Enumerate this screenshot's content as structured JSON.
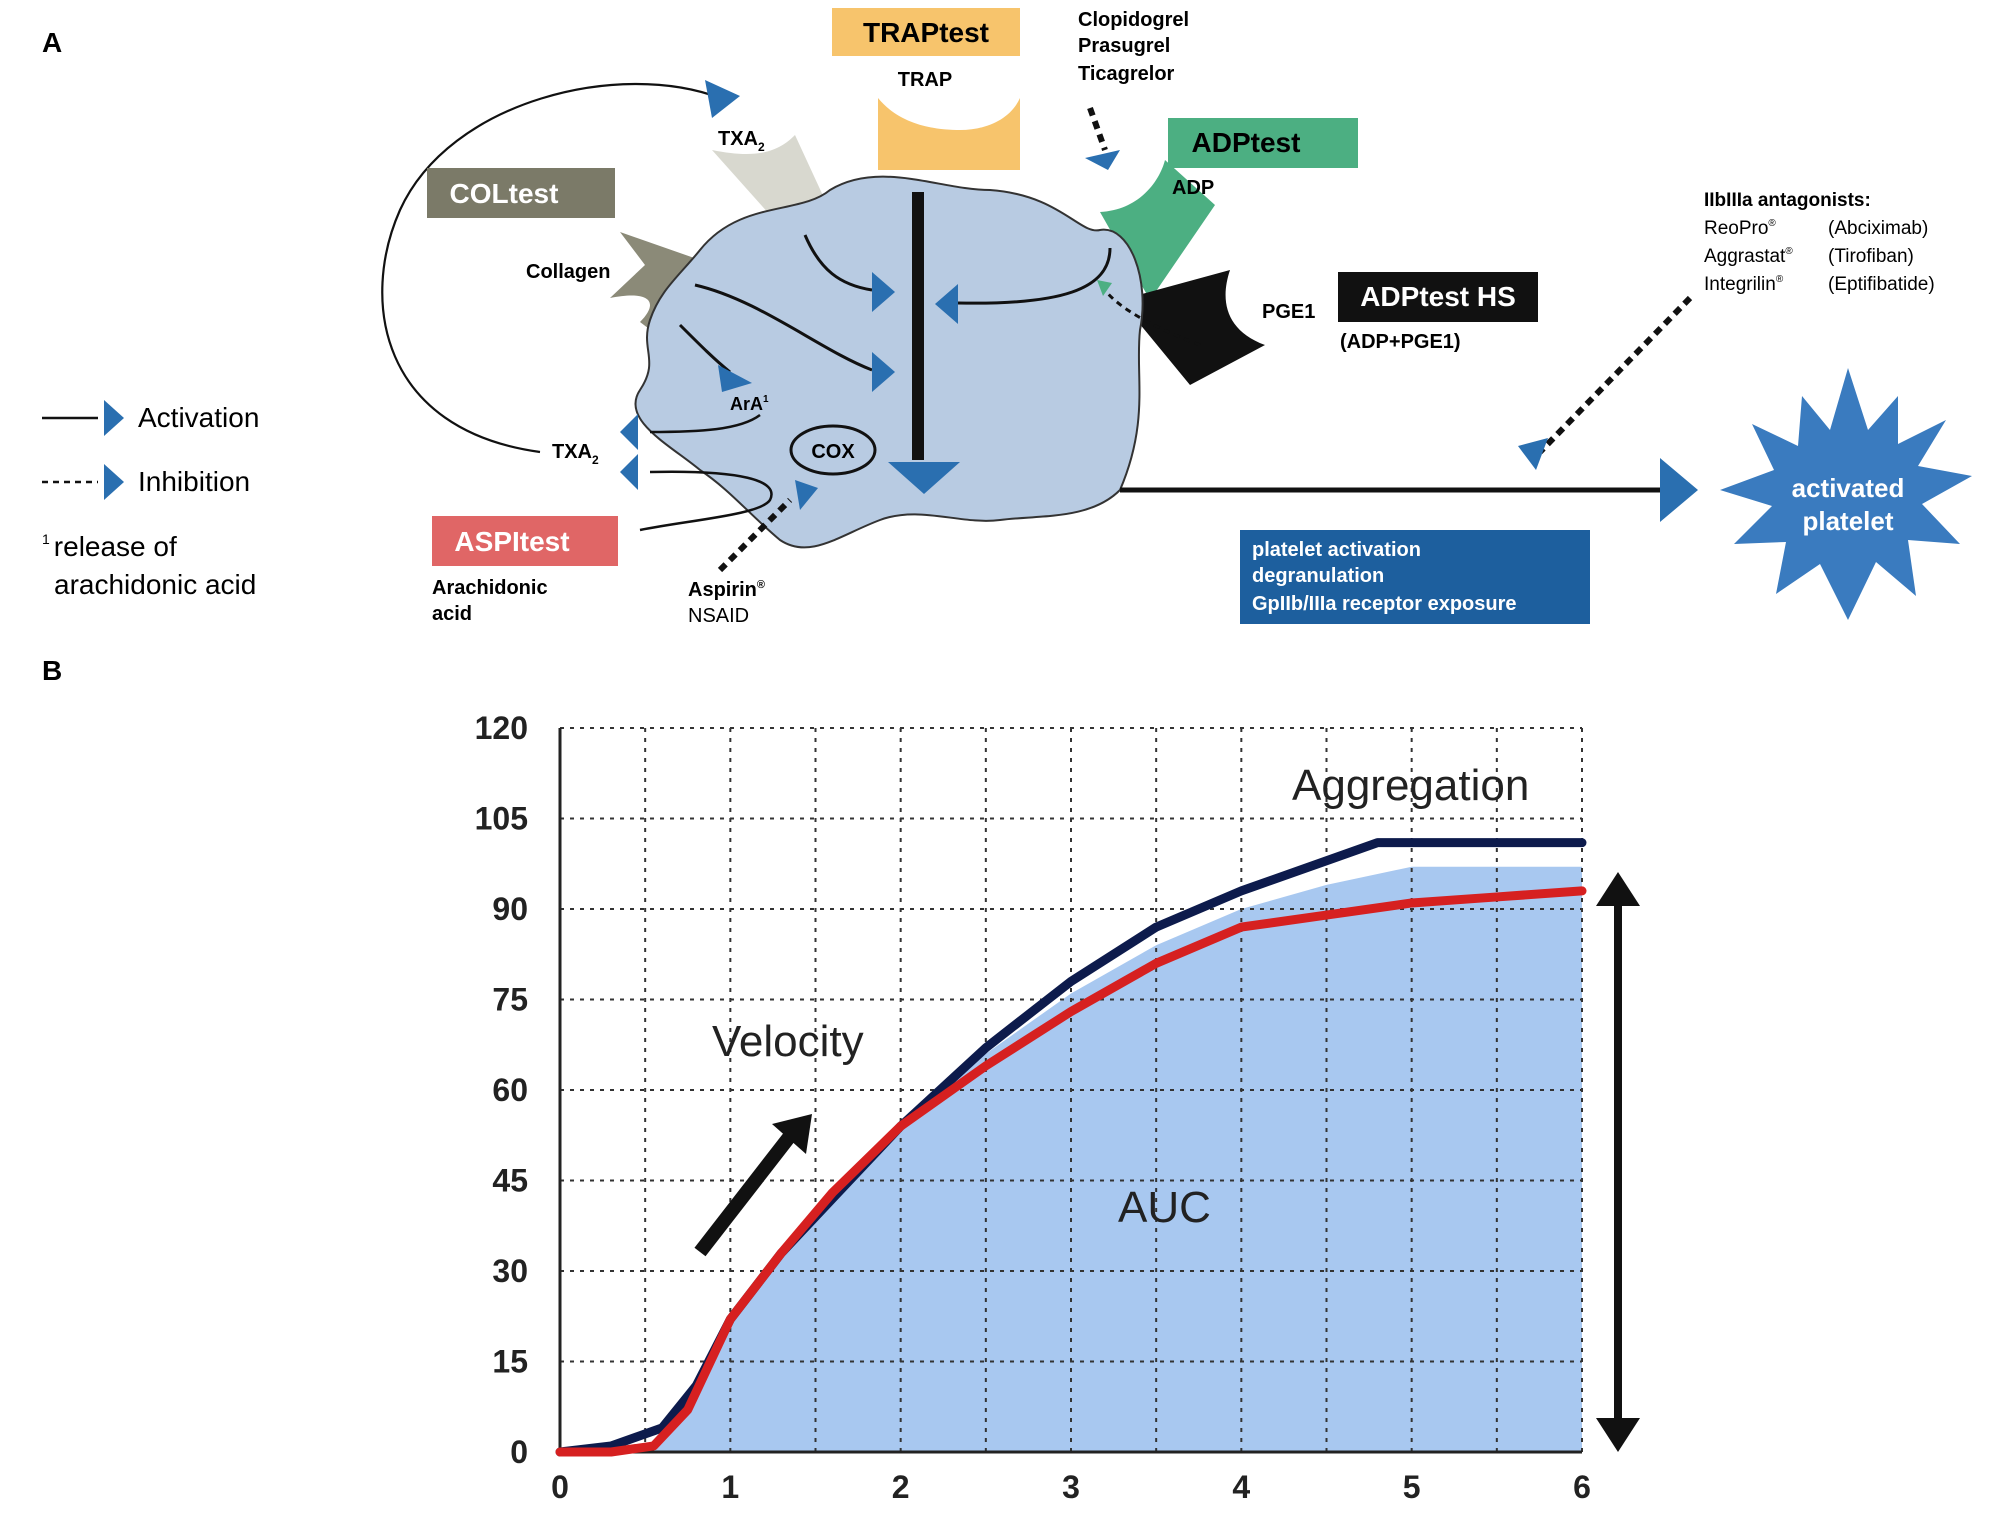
{
  "panel_a": {
    "letter": "A",
    "tests": {
      "traptest": "TRAPtest",
      "adptest": "ADPtest",
      "coltest": "COLtest",
      "adptest_hs": "ADPtest HS",
      "adptest_hs_sub": "(ADP+PGE1)",
      "aspitest": "ASPItest"
    },
    "receptors": {
      "trap": "TRAP",
      "txa2_top": "TXA",
      "txa2_left": "TXA",
      "txa_sub": "2",
      "adp": "ADP",
      "collagen": "Collagen",
      "pge1": "PGE1",
      "ara": "ArA",
      "ara_sup": "1",
      "cox": "COX"
    },
    "drugs": {
      "p2y12": [
        "Clopidogrel",
        "Prasugrel",
        "Ticagrelor"
      ],
      "aspirin": "Aspirin",
      "aspirin_sup": "®",
      "nsaid": "NSAID",
      "arachidonic": [
        "Arachidonic",
        "acid"
      ],
      "iib_title": "IIbIIIa antagonists:",
      "iib_brands": [
        "ReoPro",
        "Aggrastat",
        "Integrilin"
      ],
      "iib_generics": [
        "(Abciximab)",
        "(Tirofiban)",
        "(Eptifibatide)"
      ],
      "reg": "®"
    },
    "legend": {
      "activation": "Activation",
      "inhibition": "Inhibition",
      "footnote_sup": "1",
      "footnote_line1": "release of",
      "footnote_line2": "arachidonic acid"
    },
    "outcome_box": [
      "platelet activation",
      "degranulation",
      "GpIIb/IIIa receptor exposure"
    ],
    "activated": [
      "activated",
      "platelet"
    ],
    "colors": {
      "traptest": "#f7c46c",
      "adptest": "#4caf82",
      "coltest": "#7b7a68",
      "adptest_hs": "#111111",
      "aspitest": "#e06666",
      "cell": "#b8cbe2",
      "arrow": "#2a6fb0",
      "outcome_box": "#1d5f9e",
      "star": "#3a7bbf"
    }
  },
  "panel_b": {
    "letter": "B",
    "annotations": {
      "aggregation": "Aggregation",
      "velocity": "Velocity",
      "auc": "AUC"
    },
    "chart_data": {
      "type": "line",
      "title": "",
      "xlabel": "",
      "ylabel": "",
      "xlim": [
        0,
        6
      ],
      "ylim": [
        0,
        120
      ],
      "x_ticks": [
        0,
        1,
        2,
        3,
        4,
        5,
        6
      ],
      "y_ticks": [
        0,
        15,
        30,
        45,
        60,
        75,
        90,
        105,
        120
      ],
      "grid": true,
      "series": [
        {
          "color": "#0d1b4c",
          "points": [
            [
              0,
              0
            ],
            [
              0.3,
              1
            ],
            [
              0.6,
              4
            ],
            [
              0.8,
              11
            ],
            [
              1.0,
              22
            ],
            [
              1.3,
              33
            ],
            [
              1.6,
              42
            ],
            [
              2.0,
              54
            ],
            [
              2.5,
              67
            ],
            [
              3.0,
              78
            ],
            [
              3.5,
              87
            ],
            [
              4.0,
              93
            ],
            [
              4.5,
              98
            ],
            [
              4.8,
              101
            ],
            [
              5.0,
              101
            ],
            [
              5.5,
              101
            ],
            [
              6.0,
              101
            ]
          ]
        },
        {
          "color": "#d62020",
          "points": [
            [
              0,
              0
            ],
            [
              0.3,
              0
            ],
            [
              0.55,
              1
            ],
            [
              0.75,
              7
            ],
            [
              1.0,
              22
            ],
            [
              1.3,
              33
            ],
            [
              1.6,
              43
            ],
            [
              2.0,
              54
            ],
            [
              2.5,
              64
            ],
            [
              3.0,
              73
            ],
            [
              3.5,
              81
            ],
            [
              4.0,
              87
            ],
            [
              4.5,
              89
            ],
            [
              5.0,
              91
            ],
            [
              5.5,
              92
            ],
            [
              6.0,
              93
            ]
          ]
        },
        {
          "color": "#a8c8f0",
          "fill": true,
          "points": [
            [
              0,
              0
            ],
            [
              0.55,
              0
            ],
            [
              0.75,
              8
            ],
            [
              1.0,
              22
            ],
            [
              1.5,
              40
            ],
            [
              2.0,
              55
            ],
            [
              2.5,
              66
            ],
            [
              3.0,
              76
            ],
            [
              3.5,
              84
            ],
            [
              4.0,
              90
            ],
            [
              4.5,
              94
            ],
            [
              5.0,
              97
            ],
            [
              5.5,
              97
            ],
            [
              6.0,
              97
            ]
          ]
        }
      ]
    }
  }
}
